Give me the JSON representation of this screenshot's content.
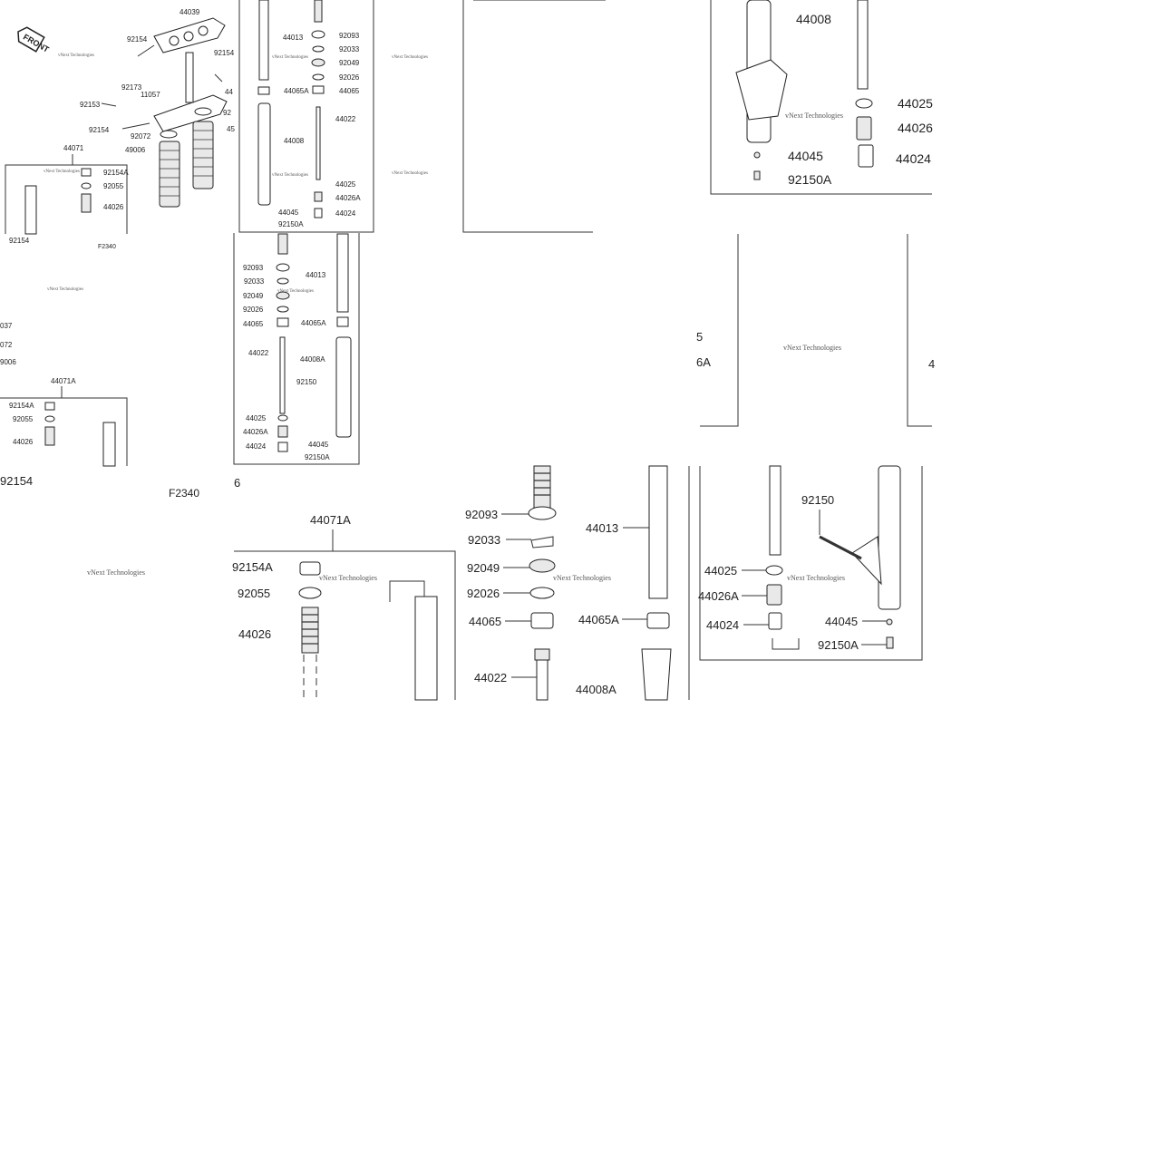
{
  "page": {
    "watermark": "vNext Technologies",
    "front_badge": "FRONT",
    "figure_code": "F2340",
    "fragment_digits": {
      "six": "6",
      "five": "5",
      "six_a": "6A",
      "four": "4",
      "num_037": "037",
      "num_072": "072",
      "num_9006": "9006"
    }
  },
  "labels": {
    "n44039": "44039",
    "n92154": "92154",
    "n92173": "92173",
    "n11057": "11057",
    "n92153": "92153",
    "n92072": "92072",
    "n49006": "49006",
    "n44071": "44071",
    "n44071A": "44071A",
    "n92154A": "92154A",
    "n92055": "92055",
    "n44026": "44026",
    "n44013": "44013",
    "n44008": "44008",
    "n44008A": "44008A",
    "n44065": "44065",
    "n44065A": "44065A",
    "n44045": "44045",
    "n92150": "92150",
    "n92150A": "92150A",
    "n92093": "92093",
    "n92033": "92033",
    "n92049": "92049",
    "n92026": "92026",
    "n44022": "44022",
    "n44025": "44025",
    "n44026A": "44026A",
    "n44024": "44024",
    "n44_frag": "44",
    "n92_frag": "92",
    "n45_frag": "45",
    "n4_frag": "4"
  }
}
